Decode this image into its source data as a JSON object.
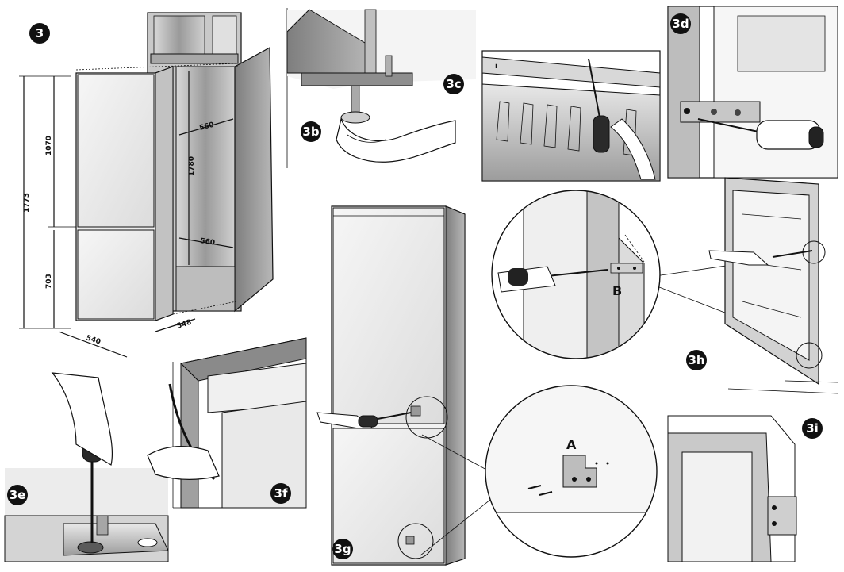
{
  "colors": {
    "ink": "#111111",
    "metal_light": "#e6e6e6",
    "metal_mid": "#b7b7b7",
    "metal_dark": "#7a7a7a",
    "panel": "#f2f2f2",
    "frame": "#cfcfcf"
  },
  "step_badges": {
    "s3": "3",
    "s3b": "3b",
    "s3c": "3c",
    "s3d": "3d",
    "s3e": "3e",
    "s3f": "3f",
    "s3g": "3g",
    "s3h": "3h",
    "s3i": "3i"
  },
  "dimensions": {
    "total_height": "1773",
    "upper_height": "1070",
    "lower_height": "703",
    "niche_height": "1780",
    "depth_top": "560",
    "depth_mid": "560",
    "width": "540",
    "depth_side": "548"
  },
  "callouts": {
    "bracket_a": "A",
    "bracket_b": "B"
  }
}
